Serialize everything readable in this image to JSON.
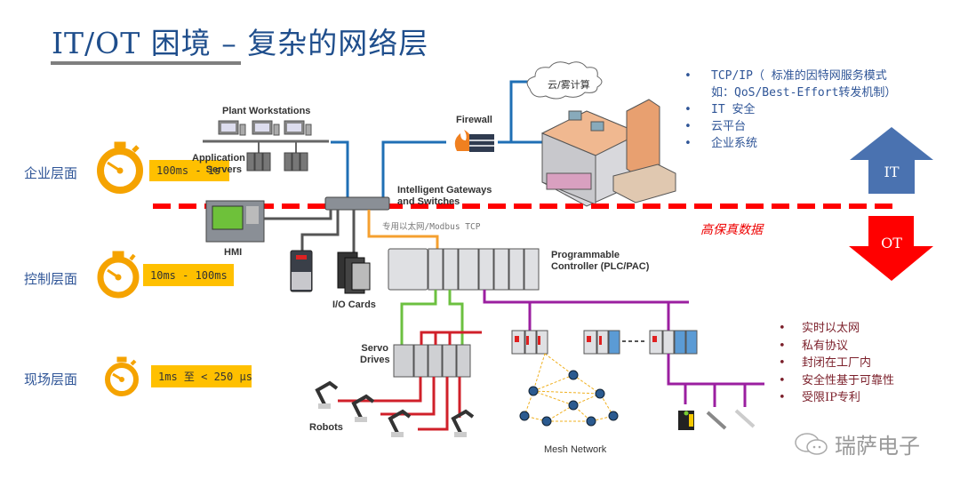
{
  "title": "IT/OT 困境 – 复杂的网络层",
  "levels": [
    {
      "label": "企业层面",
      "timing": "100ms - 1s"
    },
    {
      "label": "控制层面",
      "timing": "10ms - 100ms"
    },
    {
      "label": "现场层面",
      "timing": "1ms 至 < 250 μs"
    }
  ],
  "devices": {
    "plant_workstations": "Plant Workstations",
    "application_servers_line1": "Application",
    "application_servers_line2": "Servers",
    "firewall": "Firewall",
    "cloud": "云/雾计算",
    "gateways_line1": "Intelligent Gateways",
    "gateways_line2": "and Switches",
    "hmi": "HMI",
    "io_cards": "I/O Cards",
    "plc_line1": "Programmable",
    "plc_line2": "Controller (PLC/PAC)",
    "servo_line1": "Servo",
    "servo_line2": "Drives",
    "robots": "Robots",
    "mesh": "Mesh Network"
  },
  "protocol_label": "专用以太网/Modbus TCP",
  "high_fidelity_label": "高保真数据",
  "it_bullets": [
    "TCP/IP（ 标准的因特网服务模式",
    "如：QoS/Best-Effort转发机制）",
    "IT 安全",
    "云平台",
    "企业系统"
  ],
  "ot_bullets": [
    "实时以太网",
    "私有协议",
    "封闭在工厂内",
    "安全性基于可靠性",
    "受限IP专利"
  ],
  "arrows": {
    "it": "IT",
    "ot": "OT"
  },
  "colors": {
    "it_arrow": "#4a72b0",
    "ot_arrow": "#ff0000",
    "divider": "#ff0000",
    "timer": "#f5a300",
    "time_box": "#ffc000",
    "title": "#1f4e8c"
  },
  "watermark": "瑞萨电子"
}
